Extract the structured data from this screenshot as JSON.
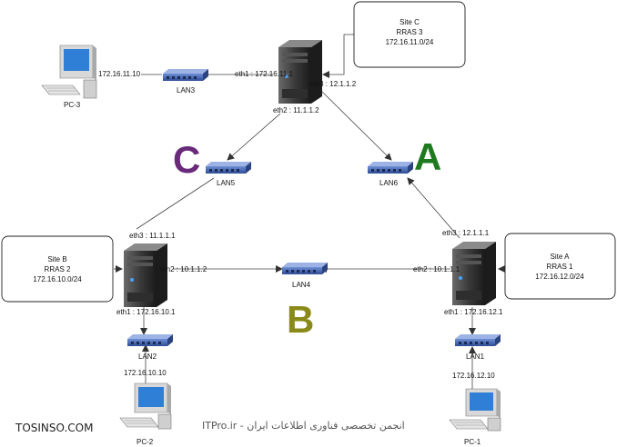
{
  "sites": {
    "c": {
      "line1": "Site C",
      "line2": "RRAS 3",
      "line3": "172.16.11.0/24"
    },
    "b": {
      "line1": "Site B",
      "line2": "RRAS 2",
      "line3": "172.16.10.0/24"
    },
    "a": {
      "line1": "Site A",
      "line2": "RRAS 1",
      "line3": "172.16.12.0/24"
    }
  },
  "interfaces": {
    "c_eth1": "eth1 : 172.16.11.1",
    "c_eth2": "eth2 : 11.1.1.2",
    "c_eth3": "eth3 : 12.1.1.2",
    "b_eth1": "eth1 : 172.16.10.1",
    "b_eth2": "eth2 : 10.1.1.2",
    "b_eth3": "eth3 : 11.1.1.1",
    "a_eth1": "eth1 : 172.16.12.1",
    "a_eth2": "eth2 : 10.1.1.1",
    "a_eth3": "eth3 : 12.1.1.1"
  },
  "lans": {
    "lan1": "LAN1",
    "lan2": "LAN2",
    "lan3": "LAN3",
    "lan4": "LAN4",
    "lan5": "LAN5",
    "lan6": "LAN6"
  },
  "pcs": {
    "pc1": {
      "name": "PC-1",
      "ip": "172.16.12.10"
    },
    "pc2": {
      "name": "PC-2",
      "ip": "172.16.10.10"
    },
    "pc3": {
      "name": "PC-3",
      "ip": "172.16.11.10"
    }
  },
  "letters": {
    "a": "A",
    "b": "B",
    "c": "C"
  },
  "watermark": {
    "left": "TOSINSO.COM",
    "center": "ITPro.ir - انجمن تخصصی فناوری اطلاعات ایران"
  },
  "colors": {
    "letter_a": "#1f7a1f",
    "letter_b": "#8a8a1a",
    "letter_c": "#6a2a7a",
    "switch": "#3b5ba8",
    "server": "#2a2a2a"
  }
}
